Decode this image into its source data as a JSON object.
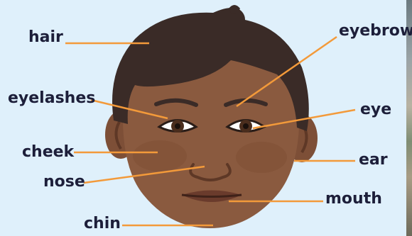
{
  "colors": {
    "background": "#dff0fb",
    "skin": "#8a5a3f",
    "skin_shadow": "#6f4530",
    "hair": "#3a2b27",
    "label_text": "#1d1f3a",
    "leader_line": "#f39a3a"
  },
  "labels": {
    "hair": "hair",
    "eyelashes": "eyelashes",
    "cheek": "cheek",
    "nose": "nose",
    "chin": "chin",
    "eyebrow": "eyebrow",
    "eye": "eye",
    "ear": "ear",
    "mouth": "mouth"
  }
}
